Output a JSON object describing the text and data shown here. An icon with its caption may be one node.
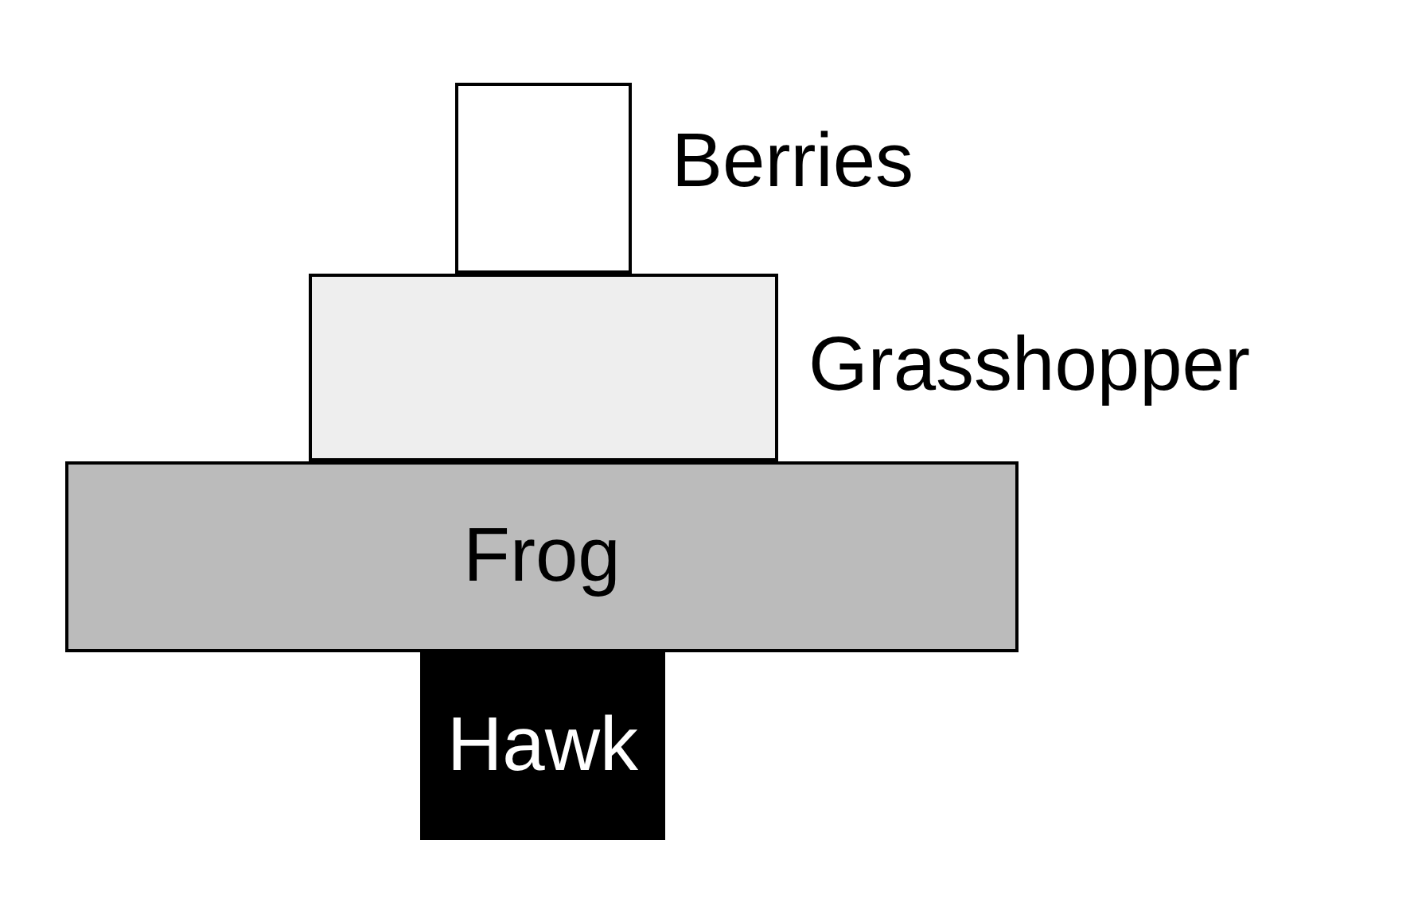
{
  "diagram": {
    "nodes": [
      {
        "text": [
          "Berries"
        ]
      },
      {
        "text": [
          "Grasshopper"
        ]
      },
      {
        "text": [
          "Frog"
        ]
      },
      {
        "text": [
          "Hawk"
        ]
      }
    ]
  }
}
